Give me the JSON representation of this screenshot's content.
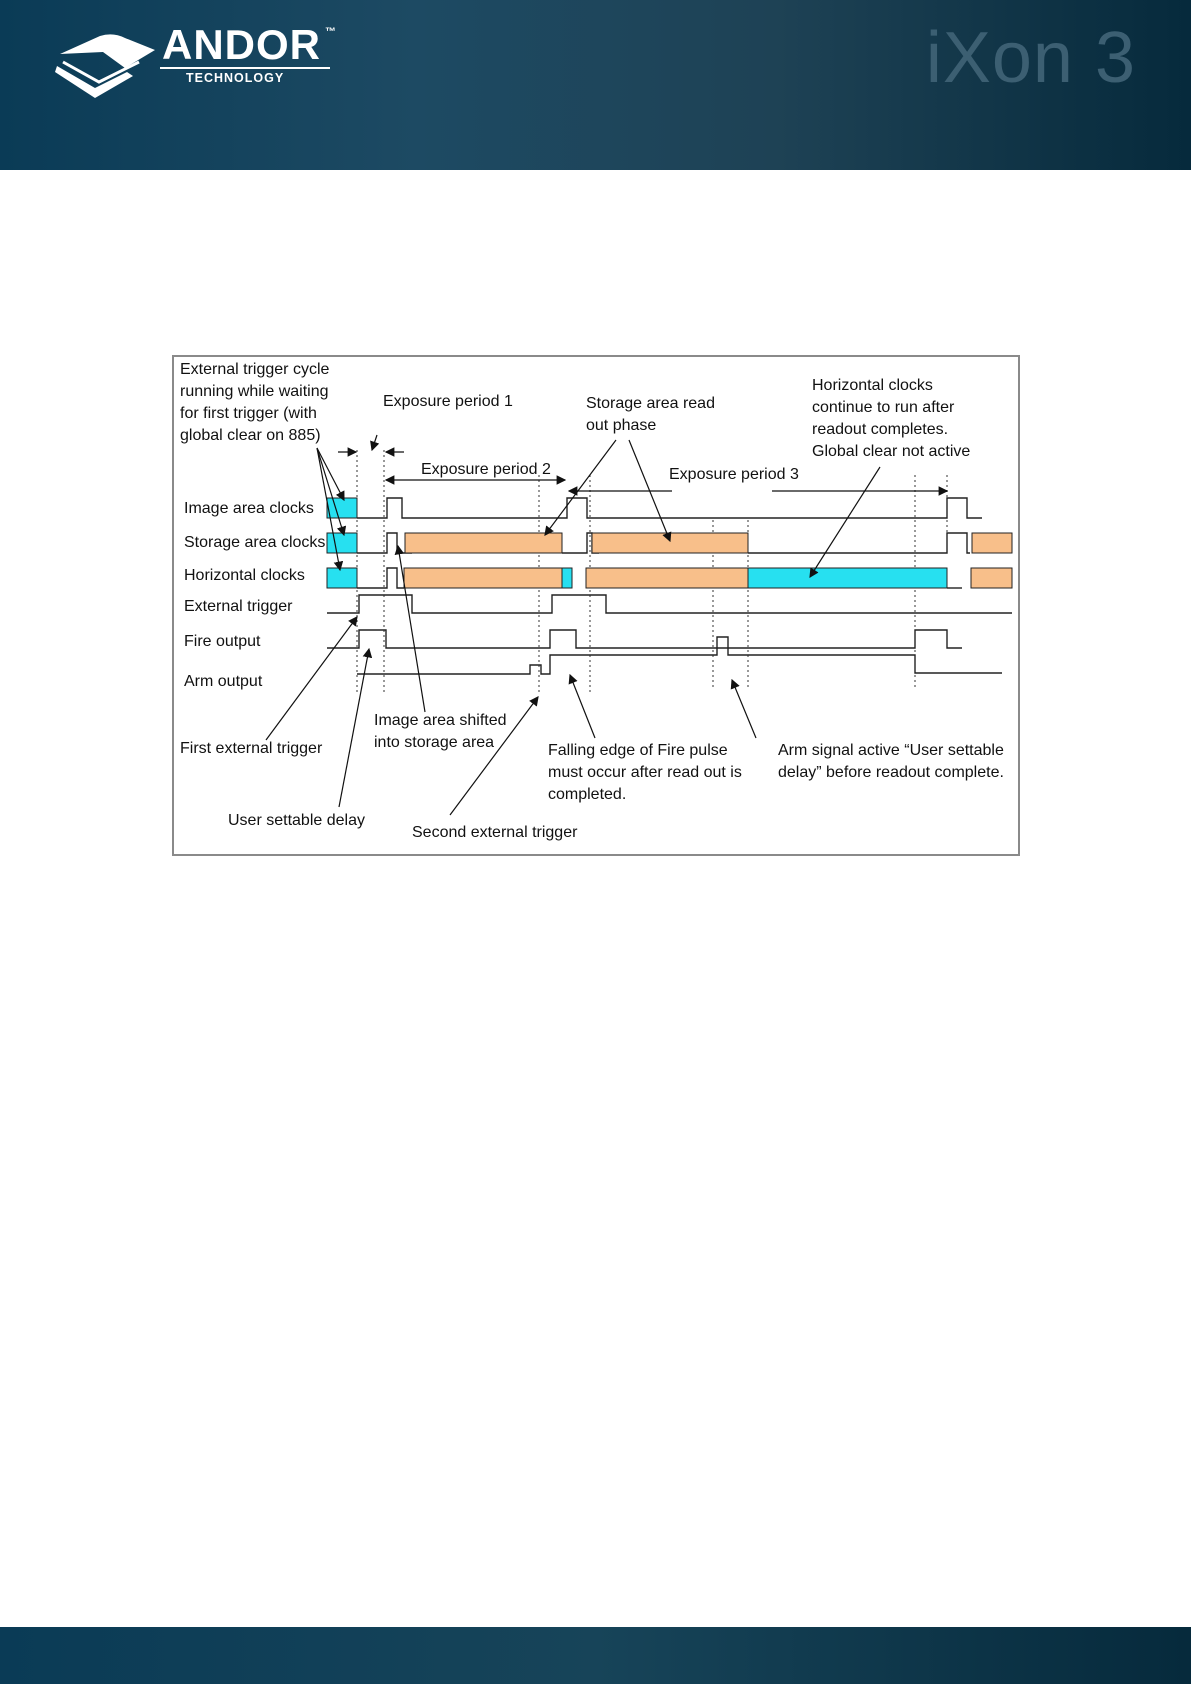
{
  "header": {
    "brand": "ANDOR",
    "brand_tm": "™",
    "brand_sub": "TECHNOLOGY",
    "product": "iXon 3",
    "icon": "andor-logo-icon",
    "colors": {
      "header_bg": "#0a3b56",
      "product_text": "#3c5f72"
    }
  },
  "figure": {
    "row_labels": {
      "image_area_clocks": "Image area clocks",
      "storage_area_clocks": "Storage area clocks",
      "horizontal_clocks": "Horizontal clocks",
      "external_trigger": "External trigger",
      "fire_output": "Fire output",
      "arm_output": "Arm output"
    },
    "annotations": {
      "ext_trigger_cycle": [
        "External trigger cycle",
        "running while waiting",
        "for first trigger (with",
        "global clear on 885)"
      ],
      "exposure_period_1": "Exposure period 1",
      "exposure_period_2": "Exposure period 2",
      "exposure_period_3": "Exposure period 3",
      "storage_read_out": [
        "Storage area read",
        "out phase"
      ],
      "horizontal_continue": [
        "Horizontal clocks",
        "continue to run after",
        "readout completes.",
        "Global clear not active"
      ],
      "first_external_trigger": "First external trigger",
      "user_settable_delay": "User settable delay",
      "image_area_shifted": [
        "Image area shifted",
        "into storage area"
      ],
      "second_external_trigger": "Second external trigger",
      "falling_edge": [
        "Falling edge of Fire pulse",
        "must occur after read out is",
        "completed."
      ],
      "arm_signal": [
        "Arm signal active “User settable",
        "delay” before readout complete."
      ]
    },
    "colors": {
      "clock_active": "#27e0f0",
      "readout_phase": "#f8bf8a"
    }
  }
}
